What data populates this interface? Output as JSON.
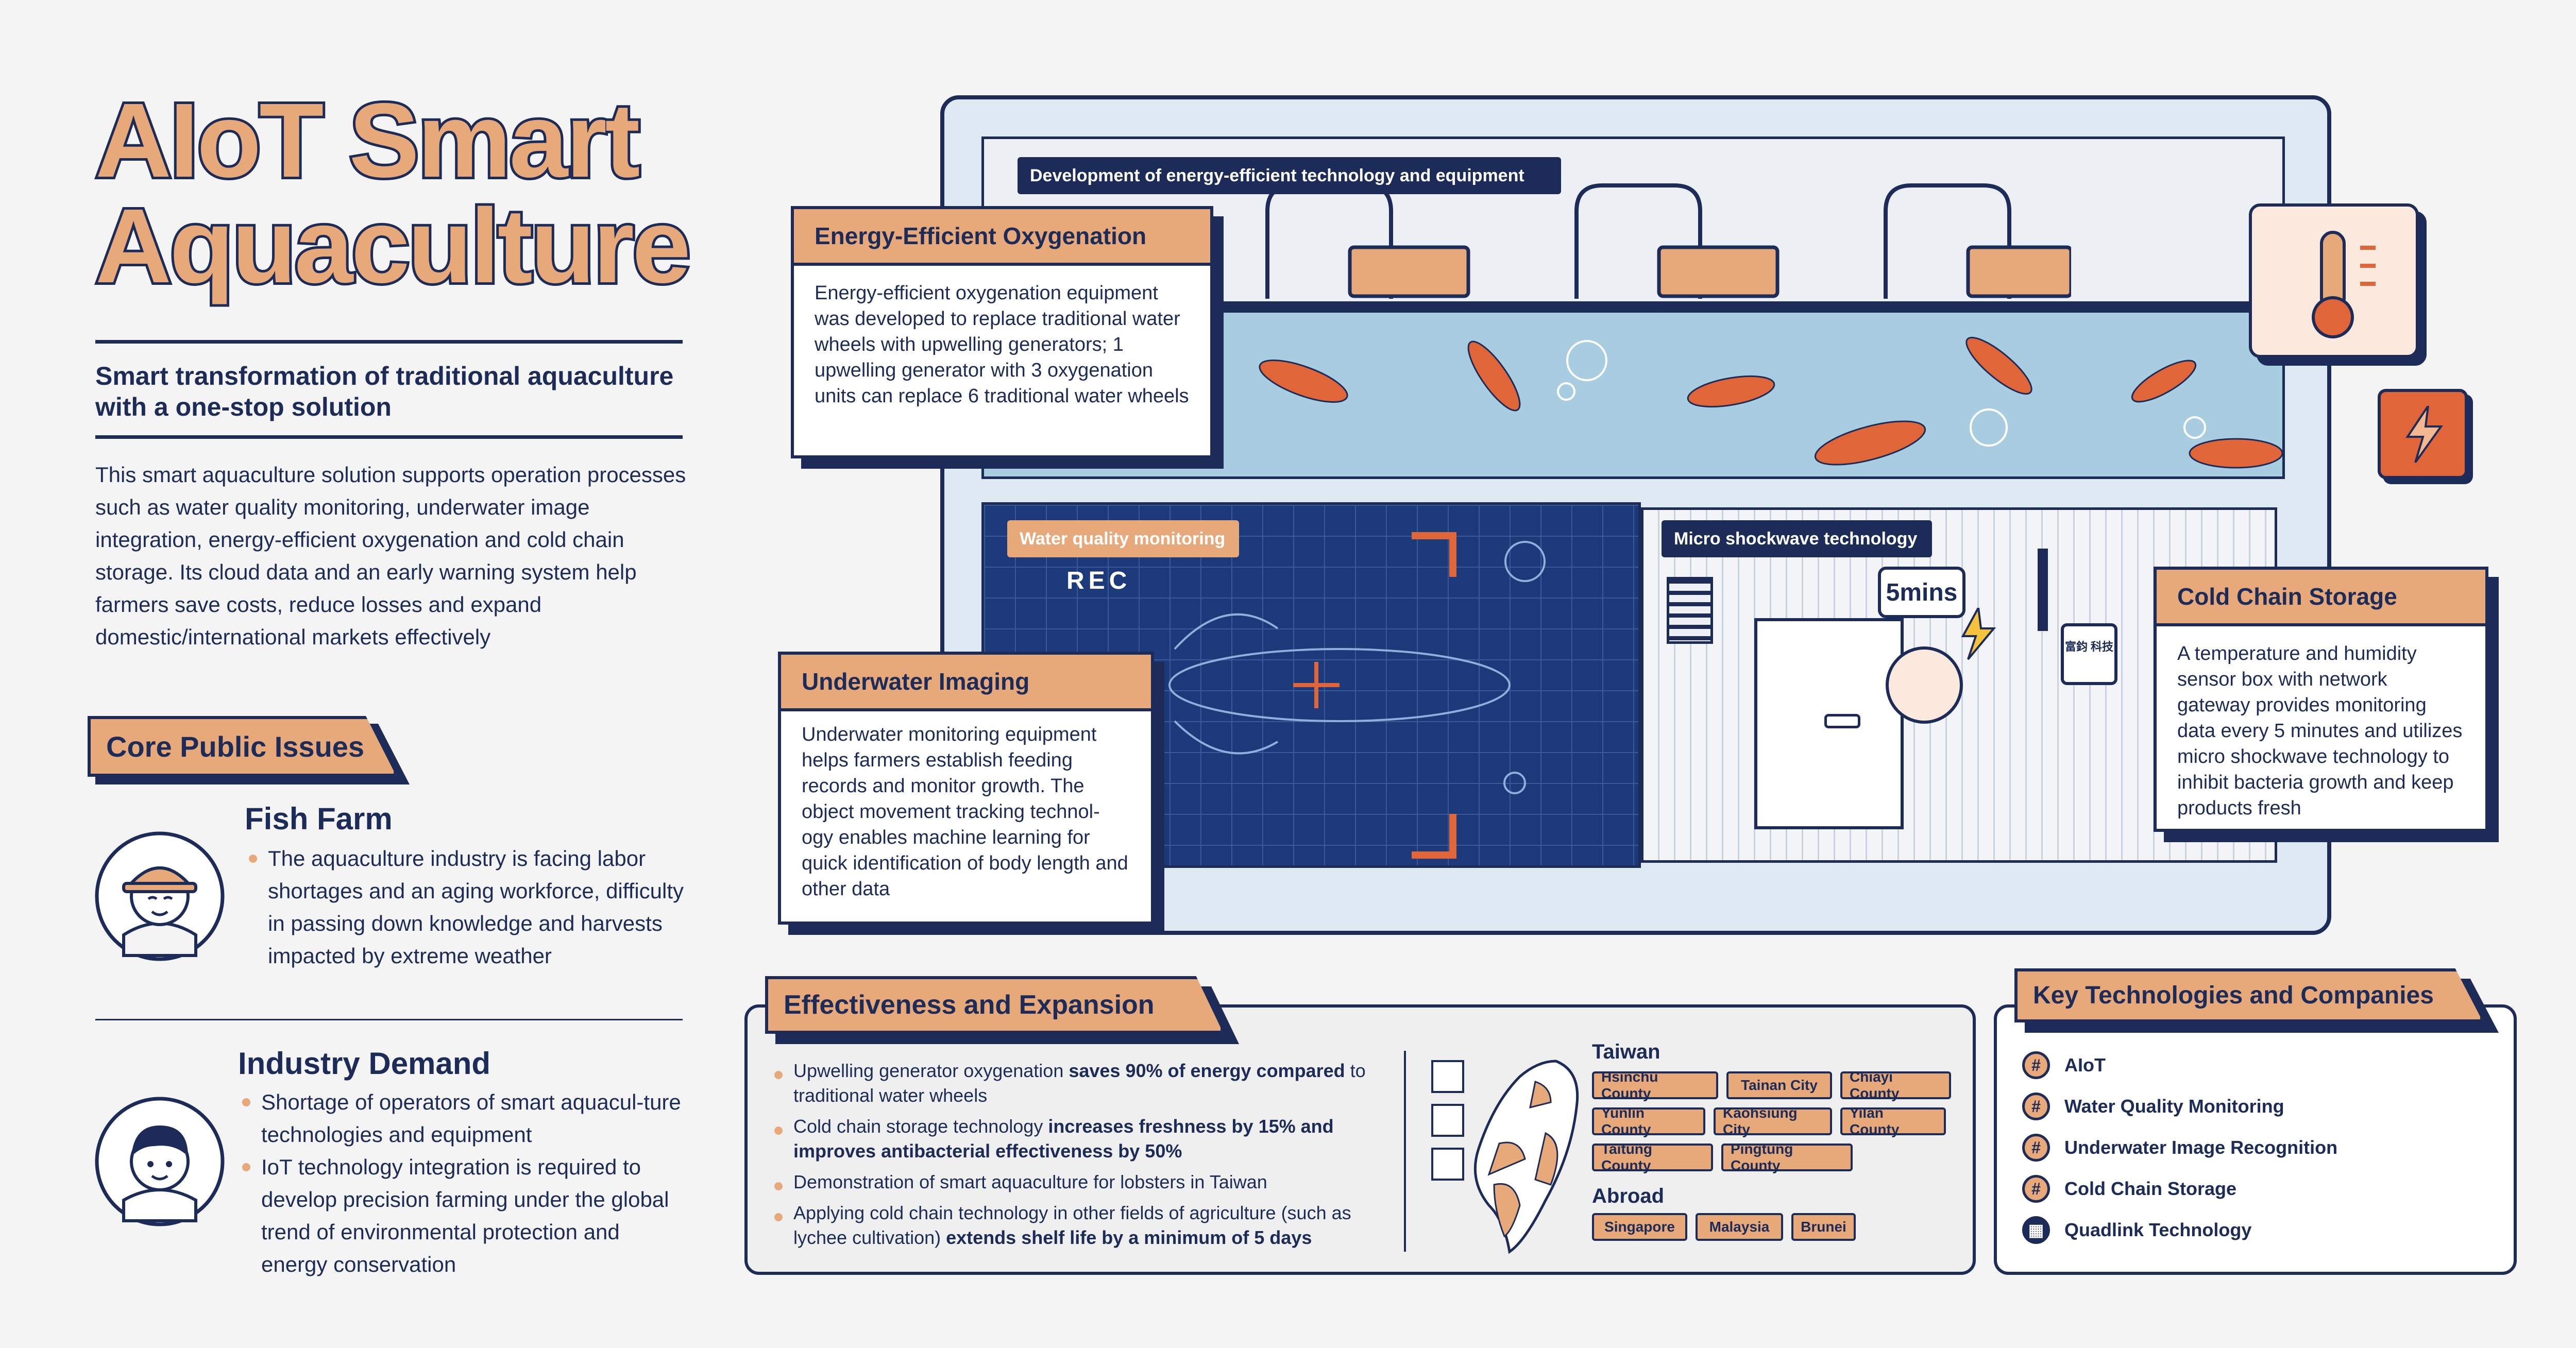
{
  "title_line1": "AIoT Smart",
  "title_line2": "Aquaculture",
  "subtitle": "Smart transformation of traditional aquaculture with a one-stop solution",
  "intro": "This smart aquaculture solution supports operation processes such as water quality monitoring, underwater image integration, energy-efficient oxygenation and cold chain storage. Its cloud data and an early warning system help farmers save costs, reduce losses and expand domestic/international markets effectively",
  "core_issues": {
    "label": "Core Public Issues",
    "fish_farm": {
      "title": "Fish Farm",
      "bullets": [
        "The aquaculture industry is facing labor shortages and an aging workforce, difficulty in passing down knowledge and harvests impacted by extreme weather"
      ]
    },
    "industry_demand": {
      "title": "Industry Demand",
      "bullets": [
        "Shortage of operators of smart aquacul-ture technologies and equipment",
        "IoT technology integration is required to develop precision farming under the global trend of environmental protection and energy conservation"
      ]
    }
  },
  "illustration": {
    "energy_label": "Development of energy-efficient technology and equipment",
    "water_label": "Water quality monitoring",
    "rec": "REC",
    "shockwave_label": "Micro shockwave technology",
    "timer": "5mins",
    "sensor_text": "富鈞 科技"
  },
  "cards": {
    "oxygenation": {
      "title": "Energy-Efficient Oxygenation",
      "body": "Energy-efficient oxygenation equipment was developed to replace traditional water wheels with upwelling generators; 1 upwelling generator with 3 oxygenation units can replace 6 traditional water wheels"
    },
    "imaging": {
      "title": "Underwater Imaging",
      "body": "Underwater monitoring equipment helps farmers establish feeding records and monitor growth. The object movement tracking technol-ogy enables machine learning for quick identification of body length and other data"
    },
    "cold_chain": {
      "title": "Cold Chain Storage",
      "body": "A temperature and humidity sensor box with network gateway provides monitoring data every 5 minutes and utilizes micro shockwave technology to inhibit bacteria growth and keep products fresh"
    }
  },
  "effectiveness": {
    "label": "Effectiveness and Expansion",
    "bullets": [
      {
        "pre": "Upwelling generator oxygenation ",
        "bold": "saves 90% of energy compared",
        "post": " to traditional water wheels"
      },
      {
        "pre": "Cold chain storage technology ",
        "bold": "increases freshness by 15% and improves antibacterial effectiveness by 50%",
        "post": ""
      },
      {
        "pre": "Demonstration of smart aquaculture for lobsters in Taiwan",
        "bold": "",
        "post": ""
      },
      {
        "pre": "Applying cold chain technology in other fields of agriculture (such as lychee cultivation) ",
        "bold": "extends shelf life by a minimum of 5 days",
        "post": ""
      }
    ],
    "taiwan_label": "Taiwan",
    "taiwan": [
      "Hsinchu County",
      "Tainan City",
      "Chiayi County",
      "Yunlin County",
      "Kaohsiung City",
      "Yilan County",
      "Taitung County",
      "Pingtung County"
    ],
    "abroad_label": "Abroad",
    "abroad": [
      "Singapore",
      "Malaysia",
      "Brunei"
    ]
  },
  "key_tech": {
    "label": "Key Technologies and Companies",
    "items": [
      "AIoT",
      "Water Quality Monitoring",
      "Underwater Image Recognition",
      "Cold Chain Storage",
      "Quadlink Technology"
    ]
  },
  "colors": {
    "navy": "#1c2b57",
    "peach": "#e8a97a",
    "orange": "#e0663a",
    "water": "#a9cde0",
    "panel": "#e6eef6"
  }
}
